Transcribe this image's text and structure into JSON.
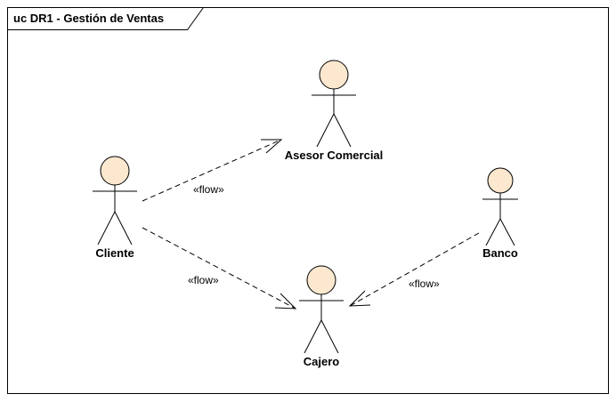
{
  "frame": {
    "title": "uc DR1 - Gestión de Ventas"
  },
  "actors": {
    "cliente": "Cliente",
    "asesor": "Asesor Comercial",
    "banco": "Banco",
    "cajero": "Cajero"
  },
  "flows": {
    "cliente_asesor": "«flow»",
    "cliente_cajero": "«flow»",
    "banco_cajero": "«flow»"
  },
  "colors": {
    "actor_head_fill": "#FBE8CF",
    "line": "#000000",
    "frame_border": "#000000",
    "background": "#FFFFFF"
  }
}
